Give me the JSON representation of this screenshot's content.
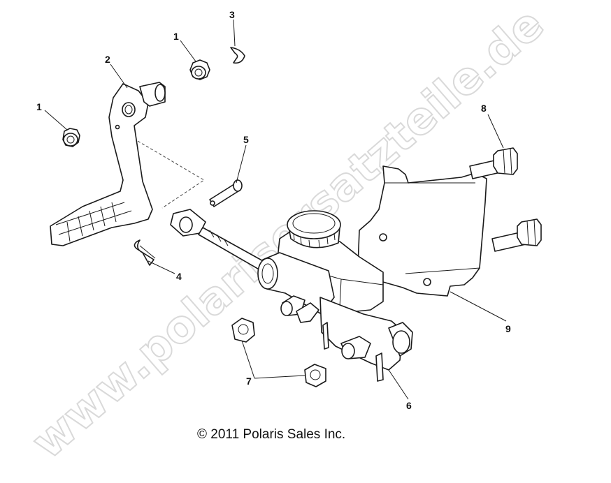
{
  "watermark": "www.polarisersatzteile.de",
  "copyright": "© 2011 Polaris Sales Inc.",
  "callouts": [
    {
      "id": "c1a",
      "label": "1"
    },
    {
      "id": "c1b",
      "label": "1"
    },
    {
      "id": "c2",
      "label": "2"
    },
    {
      "id": "c3",
      "label": "3"
    },
    {
      "id": "c4",
      "label": "4"
    },
    {
      "id": "c5",
      "label": "5"
    },
    {
      "id": "c6",
      "label": "6"
    },
    {
      "id": "c7",
      "label": "7"
    },
    {
      "id": "c8",
      "label": "8"
    },
    {
      "id": "c9",
      "label": "9"
    }
  ]
}
